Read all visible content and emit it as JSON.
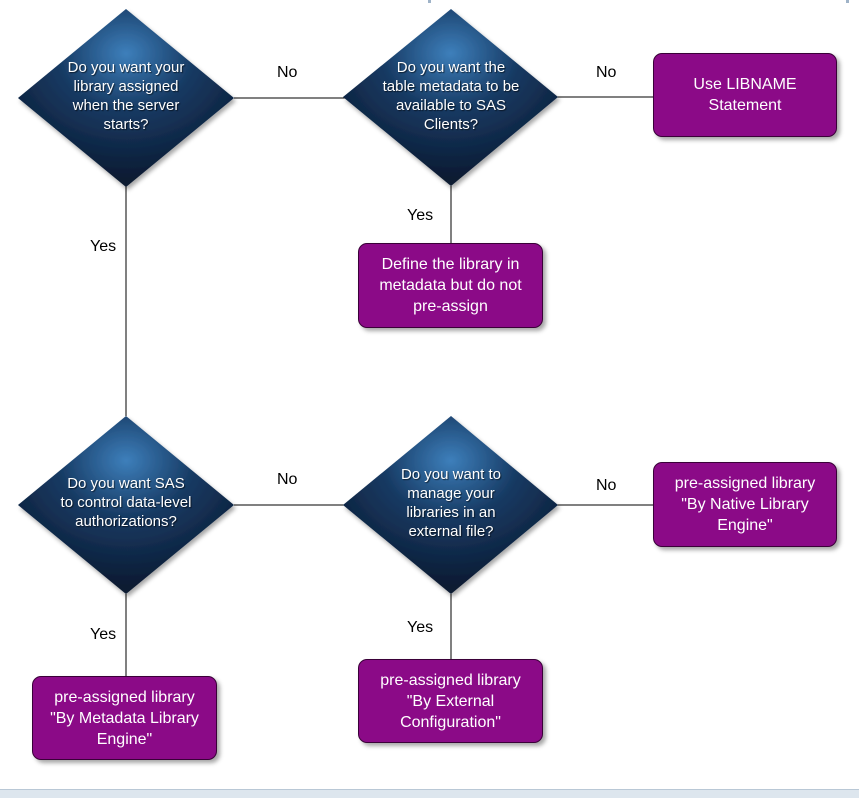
{
  "colors": {
    "diamond_light": "#3d7fbb",
    "diamond_dark": "#0b1b33",
    "box_fill": "#8b0a87",
    "box_border": "#3a0038",
    "connector": "#000000"
  },
  "decisions": {
    "d1": "Do you want your\nlibrary assigned\nwhen the server\nstarts?",
    "d2": "Do you want the\ntable metadata to be\navailable to SAS\nClients?",
    "d3": "Do you want SAS\nto control data-level\nauthorizations?",
    "d4": "Do you want to\nmanage your\nlibraries in an\nexternal file?"
  },
  "outcomes": {
    "libname": "Use LIBNAME\nStatement",
    "define_metadata": "Define the library in\nmetadata but do not\npre-assign",
    "native_engine": "pre-assigned library\n\"By Native Library\nEngine\"",
    "metadata_engine": "pre-assigned library\n\"By Metadata Library\nEngine\"",
    "external_config": "pre-assigned library\n\"By External\nConfiguration\""
  },
  "edge_labels": {
    "d1_no": "No",
    "d2_no": "No",
    "d2_yes": "Yes",
    "d1_yes": "Yes",
    "d3_no": "No",
    "d4_no": "No",
    "d3_yes": "Yes",
    "d4_yes": "Yes"
  }
}
